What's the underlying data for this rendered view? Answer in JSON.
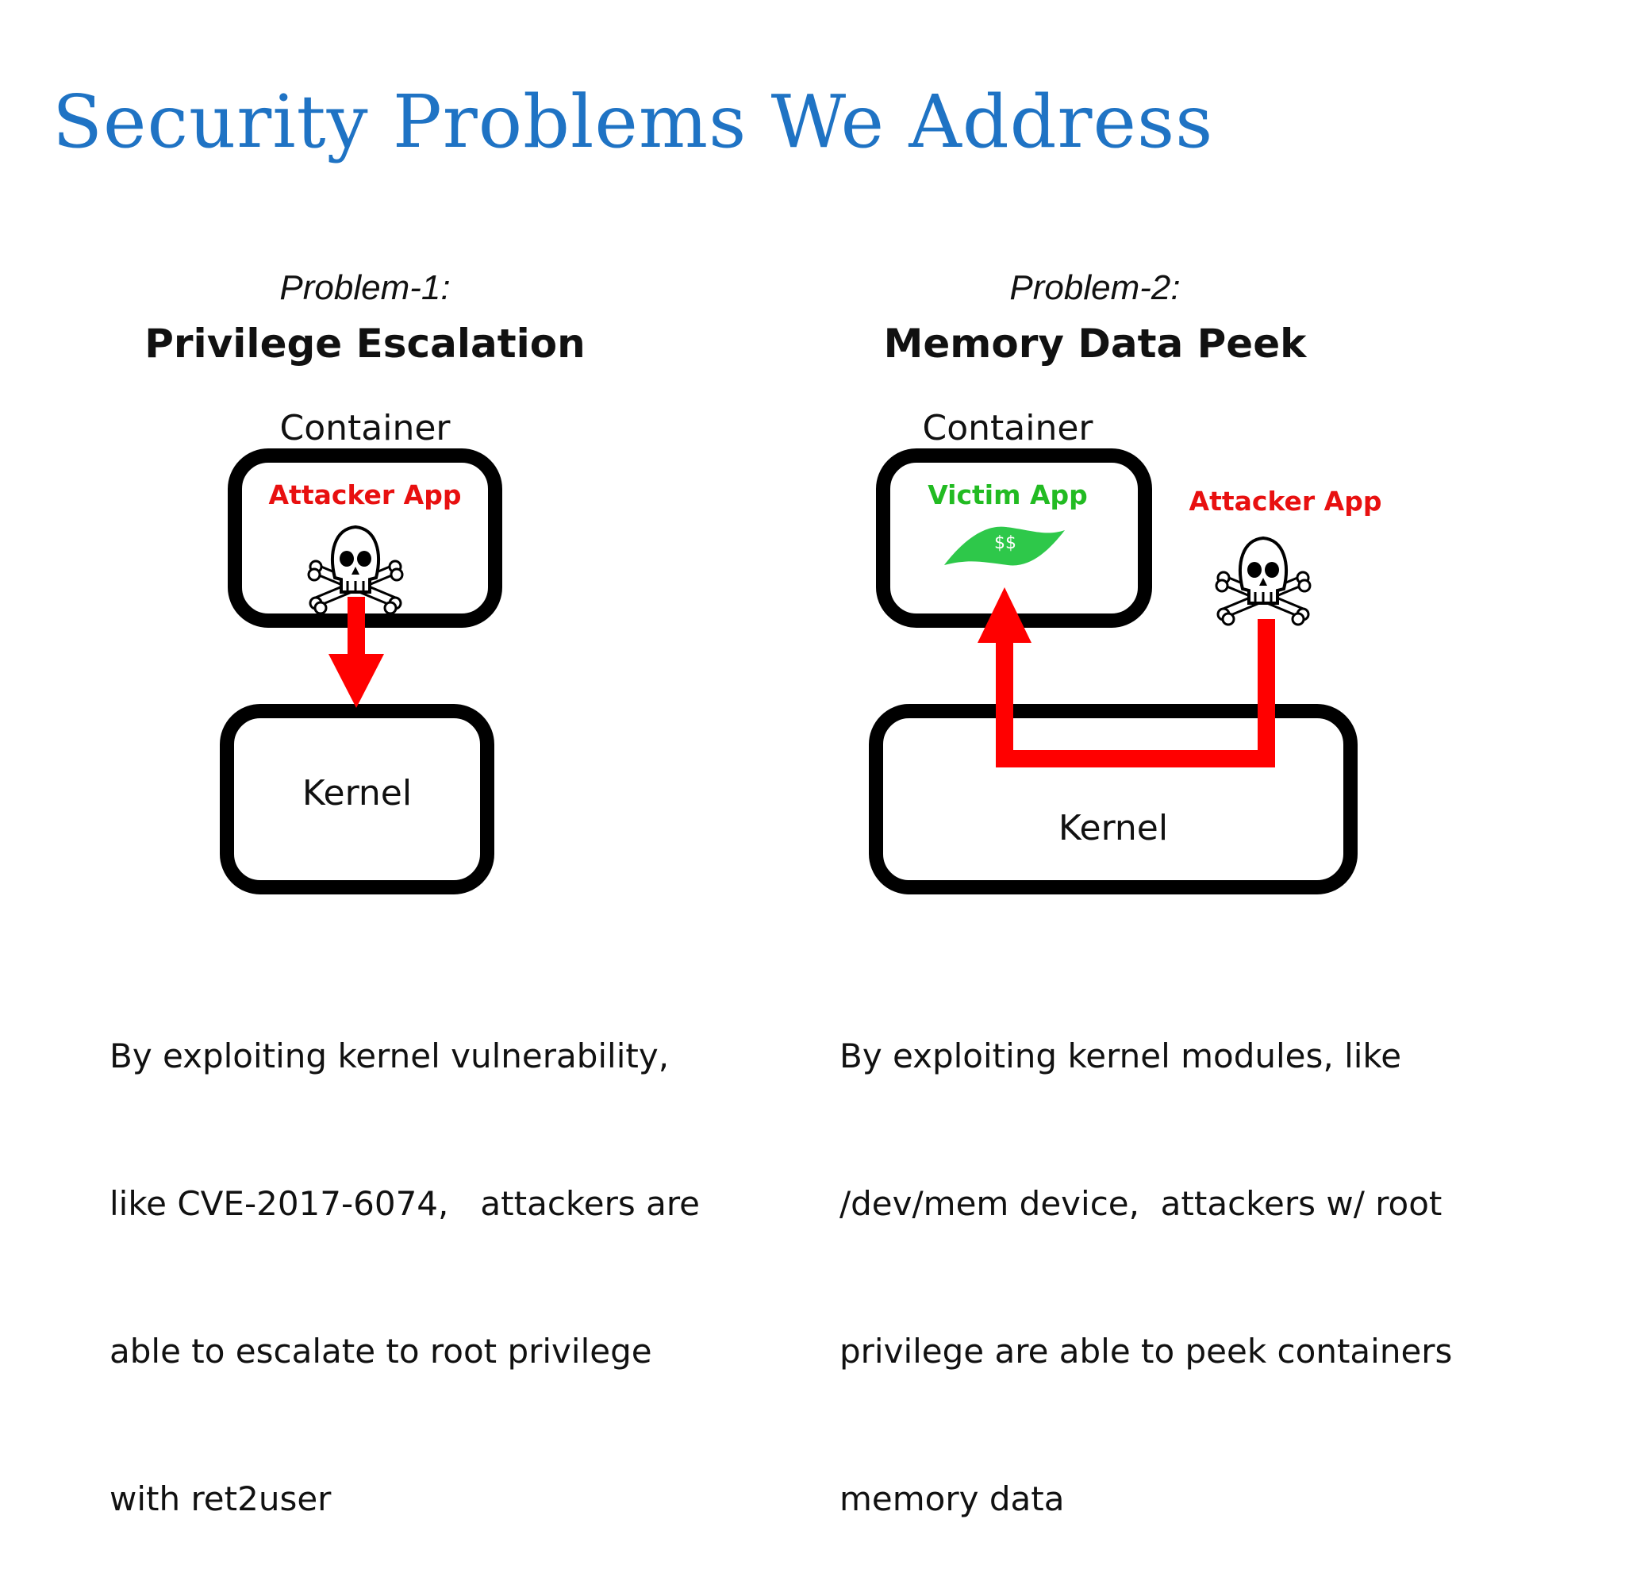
{
  "title": "Security Problems We Address",
  "problem1": {
    "tag": "Problem-1:",
    "heading": "Privilege Escalation",
    "container_label": "Container",
    "app_label": "Attacker App",
    "kernel_label": "Kernel",
    "description_lines": [
      "By exploiting kernel vulnerability,",
      "like CVE-2017-6074,   attackers are",
      "able to escalate to root privilege",
      "with ret2user"
    ]
  },
  "problem2": {
    "tag": "Problem-2:",
    "heading": "Memory Data Peek",
    "container_label": "Container",
    "victim_label": "Victim App",
    "money_label": "$$",
    "attacker_label": "Attacker App",
    "kernel_label": "Kernel",
    "description_lines": [
      "By exploiting kernel modules, like",
      "/dev/mem device,  attackers w/ root",
      "privilege are able to peek containers",
      "memory data"
    ]
  },
  "colors": {
    "title": "#1f73c4",
    "attacker": "#e81010",
    "victim": "#22bb22",
    "money": "#2ec84a",
    "arrow": "#ff0000"
  },
  "icons": [
    "skull-crossbones-icon",
    "money-bill-icon"
  ]
}
